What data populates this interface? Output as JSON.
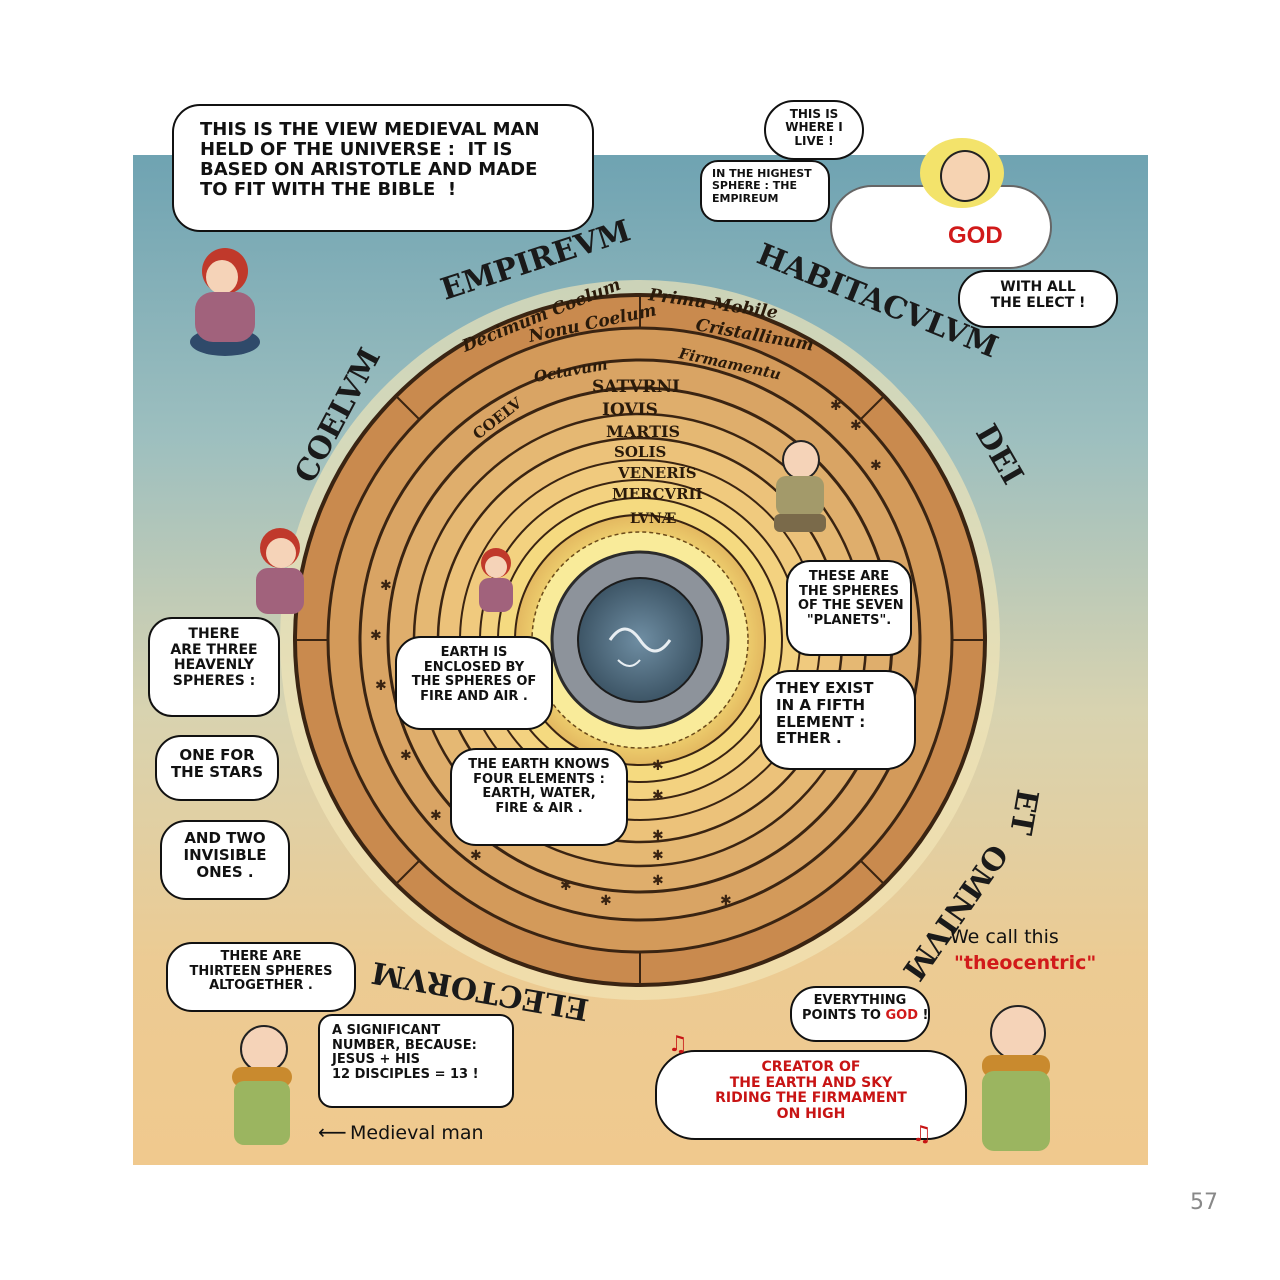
{
  "cosmos": {
    "outer_ring_text": [
      "EMPIREVM",
      "HABITACVLVM",
      "DEI",
      "ET",
      "OMNIVM",
      "ELECTORVM",
      "COELVM"
    ],
    "sphere_names": [
      "Primu Mobile",
      "Decimum Coelum",
      "Nonu Coelum",
      "Cristallinum",
      "Octavum",
      "Firmamentu",
      "SATVRNI",
      "IOVIS",
      "MARTIS",
      "SOLIS",
      "VENERIS",
      "MERCVRII",
      "LVNÆ",
      "COELV"
    ]
  },
  "bubbles": {
    "intro": [
      "THIS IS THE VIEW MEDIEVAL MAN",
      "HELD OF THE UNIVERSE :  IT IS",
      "BASED ON ARISTOTLE AND MADE",
      "TO FIT WITH THE BIBLE  !"
    ],
    "god_live": [
      "THIS IS",
      "WHERE I",
      "LIVE !"
    ],
    "empireum": [
      "IN THE HIGHEST",
      "SPHERE : THE",
      "EMPIREUM"
    ],
    "god_label": "GOD",
    "elect": [
      "WITH ALL",
      "THE ELECT !"
    ],
    "three_spheres": [
      "THERE",
      "ARE THREE",
      "HEAVENLY",
      "SPHERES :"
    ],
    "stars": [
      "ONE FOR",
      "THE STARS"
    ],
    "invisible": [
      "AND TWO",
      "INVISIBLE",
      "ONES ."
    ],
    "earth_enclosed": [
      "EARTH IS",
      "ENCLOSED BY",
      "THE SPHERES OF",
      "FIRE AND AIR ."
    ],
    "four_elements": [
      "THE EARTH KNOWS",
      "FOUR ELEMENTS :",
      "EARTH, WATER,",
      "FIRE & AIR ."
    ],
    "seven_planets": [
      "THESE ARE",
      "THE SPHERES",
      "OF THE SEVEN",
      "\"PLANETS\"."
    ],
    "ether": [
      "THEY EXIST",
      "IN A FIFTH",
      "ELEMENT :",
      "ETHER ."
    ],
    "thirteen": [
      "THERE ARE",
      "THIRTEEN SPHERES",
      "ALTOGETHER ."
    ],
    "significant": [
      "A SIGNIFICANT",
      "NUMBER, BECAUSE:",
      "JESUS + HIS",
      "12 DISCIPLES = 13 !"
    ],
    "everything_pre": "EVERYTHING",
    "everything_mid": "POINTS TO ",
    "everything_god": "GOD",
    "everything_end": " !",
    "creator": [
      "CREATOR OF",
      "THE EARTH AND SKY",
      "RIDING THE FIRMAMENT",
      "ON HIGH"
    ]
  },
  "captions": {
    "we_call": "We call this",
    "theocentric": "\"theocentric\"",
    "medieval_man": "Medieval man",
    "page_number": "57"
  },
  "colors": {
    "accent_red": "#d11a1a",
    "ring_brown": "#c98a4e",
    "core_yellow": "#f7e27a"
  }
}
